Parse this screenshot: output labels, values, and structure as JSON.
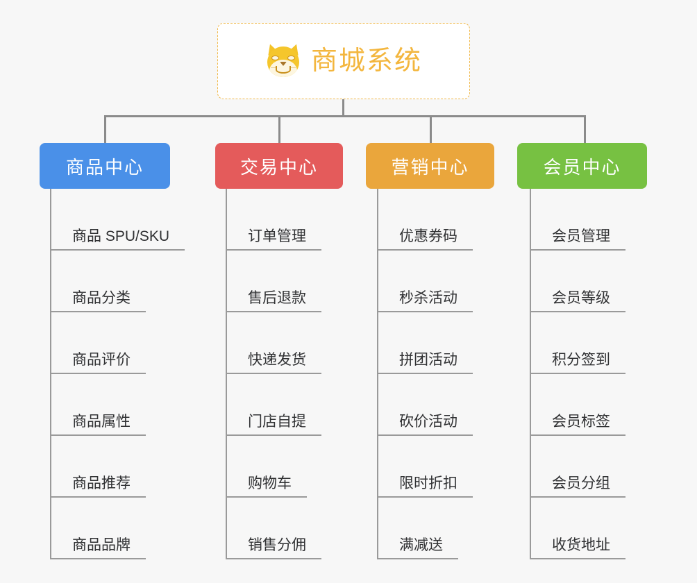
{
  "page": {
    "background_color": "#f7f7f7",
    "diagram_type": "org-chart"
  },
  "root": {
    "title": "商城系统",
    "icon": "shiba-dog-face-icon",
    "text_color": "#f3b63e",
    "border_color": "#f0b849",
    "background_color": "#ffffff"
  },
  "branches": [
    {
      "label": "商品中心",
      "color": "#4a90e8",
      "items": [
        "商品 SPU/SKU",
        "商品分类",
        "商品评价",
        "商品属性",
        "商品推荐",
        "商品品牌"
      ]
    },
    {
      "label": "交易中心",
      "color": "#e45b5b",
      "items": [
        "订单管理",
        "售后退款",
        "快递发货",
        "门店自提",
        "购物车",
        "销售分佣"
      ]
    },
    {
      "label": "营销中心",
      "color": "#eaa63c",
      "items": [
        "优惠券码",
        "秒杀活动",
        "拼团活动",
        "砍价活动",
        "限时折扣",
        "满减送"
      ]
    },
    {
      "label": "会员中心",
      "color": "#77c142",
      "items": [
        "会员管理",
        "会员等级",
        "积分签到",
        "会员标签",
        "会员分组",
        "收货地址"
      ]
    }
  ],
  "connector": {
    "color": "#8b8b8b",
    "spine_color": "#9a9a9a"
  }
}
